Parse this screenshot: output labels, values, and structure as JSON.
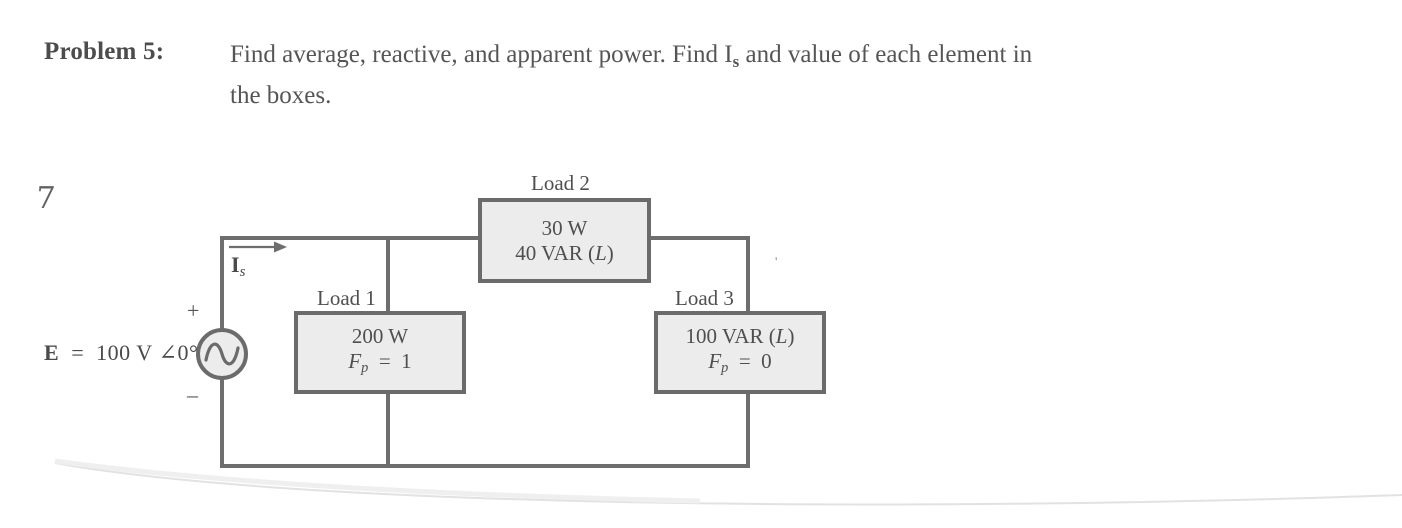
{
  "problem": {
    "label": "Problem 5:",
    "line1": "Find average, reactive, and apparent power. Find I",
    "line1_sub": "s",
    "line1_rest": " and value of each element in",
    "line2": "the boxes."
  },
  "page_number": "7",
  "circuit": {
    "source": {
      "label_prefix": "E",
      "label_full": "E  =  100 V ∠0°",
      "magnitude": "100 V",
      "angle": "∠0°",
      "plus": "+",
      "minus": "–",
      "symbol": "ac-source-sine"
    },
    "current": {
      "label": "I",
      "label_sub": "s",
      "symbol": "right-arrow"
    },
    "loads": [
      {
        "caption": "Load 1",
        "line1": "200 W",
        "line2_var": "F",
        "line2_sub": "p",
        "line2_rest": "  =  1"
      },
      {
        "caption": "Load 2",
        "line1": "30 W",
        "line2": "40 VAR (L)"
      },
      {
        "caption": "Load 3",
        "line1": "100 VAR (L)",
        "line2_var": "F",
        "line2_sub": "p",
        "line2_rest": "  =  0"
      }
    ]
  },
  "colors": {
    "ink": "#4a4a4a",
    "wire": "#6e6e6e",
    "box_border": "#6b6b6b",
    "box_fill": "#ececec",
    "page": "#ffffff"
  }
}
